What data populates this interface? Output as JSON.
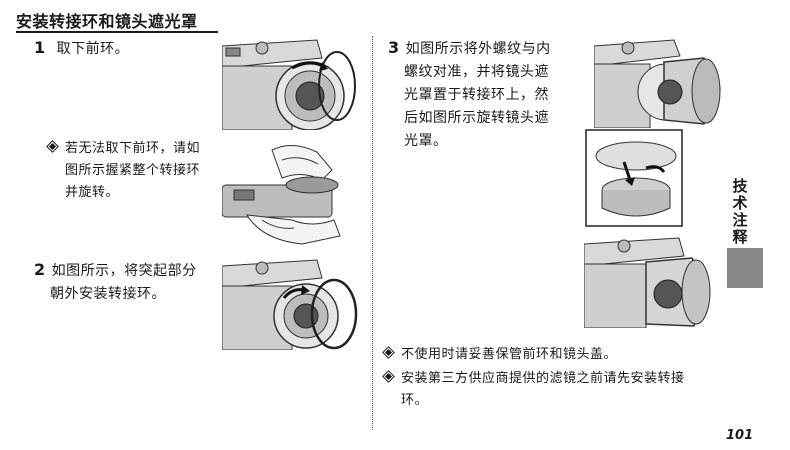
{
  "section": {
    "title": "安装转接环和镜头遮光罩"
  },
  "steps": [
    {
      "number": "1",
      "text": "取下前环。"
    },
    {
      "number": "2",
      "text_line1": "如图所示，将突起部分",
      "text_line2": "朝外安装转接环。"
    },
    {
      "number": "3",
      "lines": [
        "如图所示将外螺纹与内",
        "螺纹对准，并将镜头遮",
        "光罩置于转接环上，然",
        "后如图所示旋转镜头遮",
        "光罩。"
      ]
    }
  ],
  "step1_note": {
    "icon": "diamond-bullet-icon",
    "lines": [
      "若无法取下前环，请如",
      "图所示握紧整个转接环",
      "并旋转。"
    ]
  },
  "notes": [
    {
      "icon": "diamond-bullet-icon",
      "lines": [
        "不使用时请妥善保管前环和镜头盖。"
      ]
    },
    {
      "icon": "diamond-bullet-icon",
      "lines": [
        "安装第三方供应商提供的滤镜之前请先安装转接",
        "环。"
      ]
    }
  ],
  "side_label": [
    "技",
    "术",
    "注",
    "释"
  ],
  "page_number": "101",
  "colors": {
    "side_tab": "#888888",
    "text": "#1a1a1a"
  }
}
